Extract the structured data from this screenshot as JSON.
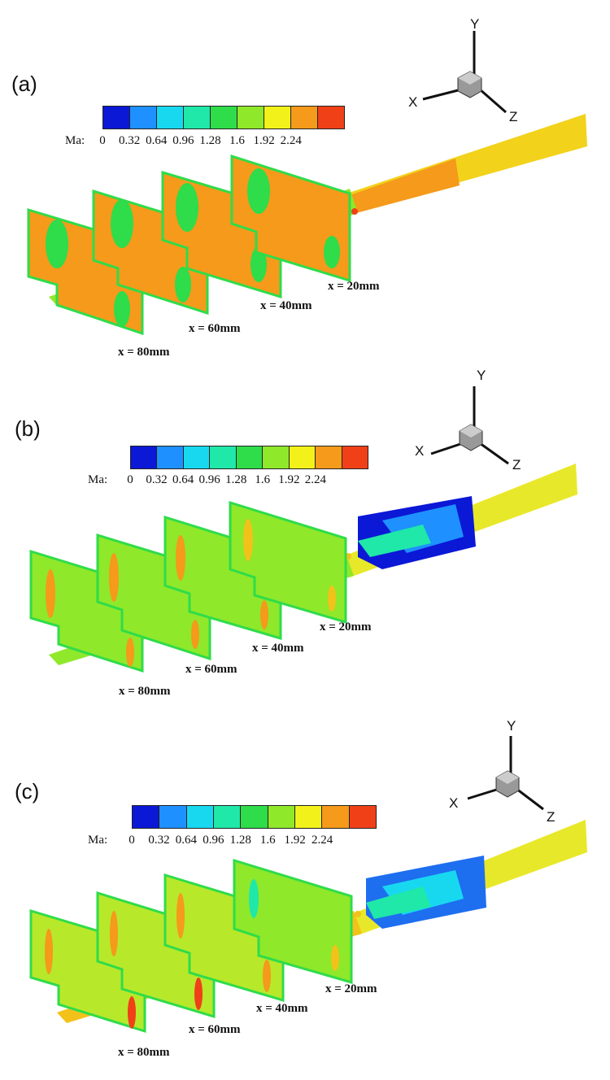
{
  "colors": [
    "#0b18d6",
    "#1e90ff",
    "#18d8f0",
    "#1fe8a8",
    "#2fdc4a",
    "#8fe82a",
    "#f2f21a",
    "#f59a1a",
    "#f04018"
  ],
  "panels": [
    {
      "label": "(a)",
      "colorbar": {
        "label": "Ma:",
        "ticks": [
          "0",
          "0.32",
          "0.64",
          "0.96",
          "1.28",
          "1.6",
          "1.92",
          "2.24"
        ]
      },
      "stations": [
        "x = 20mm",
        "x = 40mm",
        "x = 60mm",
        "x = 80mm"
      ],
      "axes": {
        "x": "X",
        "y": "Y",
        "z": "Z"
      }
    },
    {
      "label": "(b)",
      "colorbar": {
        "label": "Ma:",
        "ticks": [
          "0",
          "0.32",
          "0.64",
          "0.96",
          "1.28",
          "1.6",
          "1.92",
          "2.24"
        ]
      },
      "stations": [
        "x = 20mm",
        "x = 40mm",
        "x = 60mm",
        "x = 80mm"
      ],
      "axes": {
        "x": "X",
        "y": "Y",
        "z": "Z"
      }
    },
    {
      "label": "(c)",
      "colorbar": {
        "label": "Ma:",
        "ticks": [
          "0",
          "0.32",
          "0.64",
          "0.96",
          "1.28",
          "1.6",
          "1.92",
          "2.24"
        ]
      },
      "stations": [
        "x = 20mm",
        "x = 40mm",
        "x = 60mm",
        "x = 80mm"
      ],
      "axes": {
        "x": "X",
        "y": "Y",
        "z": "Z"
      }
    }
  ]
}
